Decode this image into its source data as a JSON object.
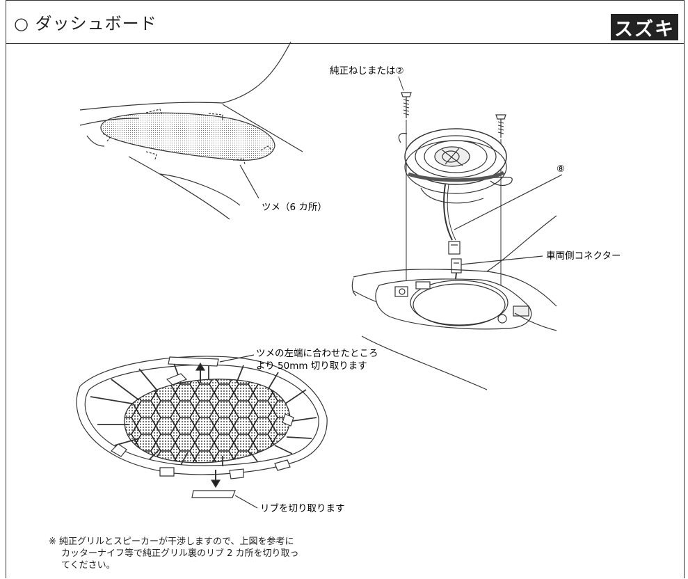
{
  "header": {
    "title": "○ ダッシュボード",
    "brand": "スズキ"
  },
  "labels": {
    "claws": "ツメ（6 カ所）",
    "screw": "純正ねじまたは②",
    "part8": "⑧",
    "connector": "車両側コネクター",
    "cut_top_line1": "ツメの左端に合わせたところ",
    "cut_top_line2": "より 50mm 切り取ります",
    "cut_bottom": "リブを切り取ります"
  },
  "note": {
    "line1": "※ 純正グリルとスピーカーが干渉しますので、上図を参考に",
    "line2": "カッターナイフ等で純正グリル裏のリブ 2 カ所を切り取っ",
    "line3": "てください。"
  },
  "colors": {
    "ink": "#222222",
    "brand_bg": "#222222",
    "brand_text": "#ffffff"
  }
}
